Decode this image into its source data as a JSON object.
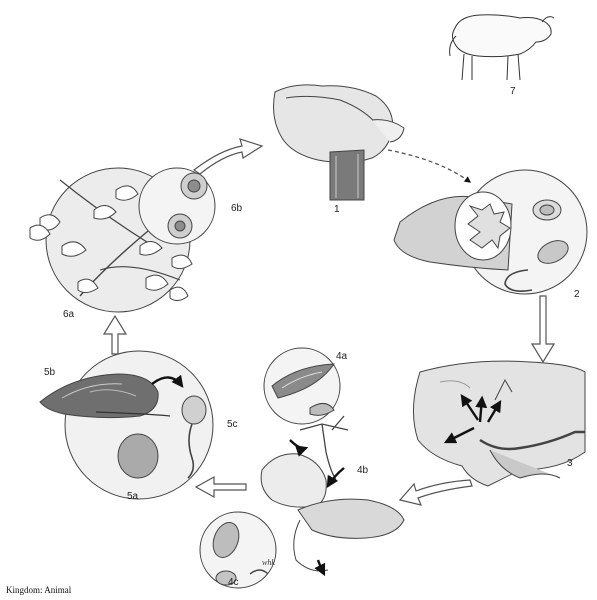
{
  "labels": {
    "stage_1": "1",
    "stage_2": "2",
    "stage_3": "3",
    "stage_4a": "4a",
    "stage_4b": "4b",
    "stage_4c": "4c",
    "stage_5a": "5a",
    "stage_5b": "5b",
    "stage_5c": "5c",
    "stage_6a": "6a",
    "stage_6b": "6b",
    "stage_7": "7"
  },
  "caption": "Kingdom: Animal",
  "signature": "whk",
  "colors": {
    "ink": "#333333",
    "shade": "#d9d9d9",
    "light": "#ededed",
    "dark": "#6b6b6b"
  }
}
